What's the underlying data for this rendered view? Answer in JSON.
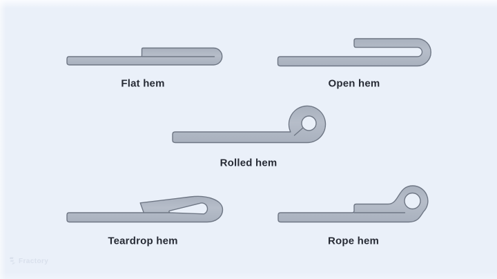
{
  "diagram": {
    "items": [
      {
        "id": "flat-hem",
        "label": "Flat hem"
      },
      {
        "id": "open-hem",
        "label": "Open hem"
      },
      {
        "id": "rolled-hem",
        "label": "Rolled hem"
      },
      {
        "id": "teardrop-hem",
        "label": "Teardrop hem"
      },
      {
        "id": "rope-hem",
        "label": "Rope hem"
      }
    ]
  },
  "watermark": {
    "brand": "Fractory"
  },
  "colors": {
    "background": "#eaf0f9",
    "background_top": "#fafcff",
    "metal_fill": "#a9b1be",
    "metal_fill_light": "#b6bdc9",
    "metal_stroke": "#6e7684",
    "label_text": "#272b35",
    "watermark": "#d9e0ec"
  }
}
